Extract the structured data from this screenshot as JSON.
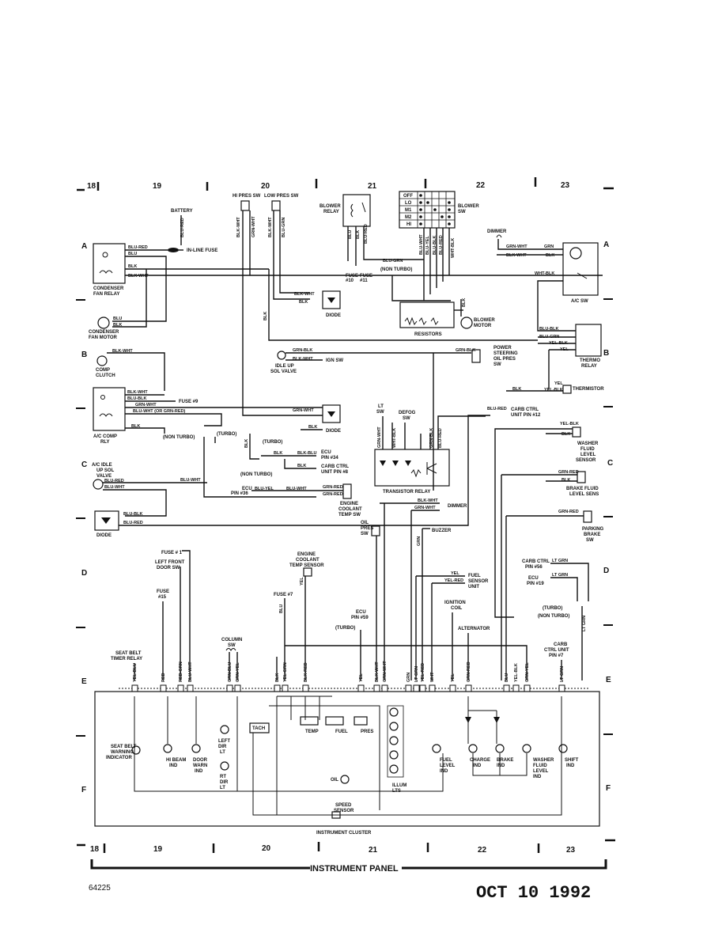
{
  "grid_columns": [
    "18",
    "19",
    "20",
    "21",
    "22",
    "23"
  ],
  "rows": [
    "A",
    "B",
    "C",
    "D",
    "E",
    "F"
  ],
  "footer": {
    "section": "INSTRUMENT PANEL",
    "doc_number": "64225",
    "date_stamp": "OCT 10 1992"
  },
  "labels": {
    "battery": "BATTERY",
    "inline_fuse": "IN-LINE FUSE",
    "cond_fan_relay": [
      "CONDENSER",
      "FAN RELAY"
    ],
    "cond_fan_motor": [
      "CONDENSER",
      "FAN MOTOR"
    ],
    "hi_pres_sw": "HI PRES SW",
    "low_pres_sw": "LOW PRES SW",
    "blower_relay": [
      "BLOWER",
      "RELAY"
    ],
    "blower_sw": [
      "BLOWER",
      "SW"
    ],
    "sw_positions": [
      "OFF",
      "LO",
      "M1",
      "M2",
      "HI"
    ],
    "fuse_10": [
      "FUSE",
      "#10"
    ],
    "fuse_11": [
      "FUSE",
      "#11"
    ],
    "non_turbo": "(NON TURBO)",
    "turbo": "(TURBO)",
    "diode": "DIODE",
    "blower_motor": [
      "BLOWER",
      "MOTOR"
    ],
    "resistors": "RESISTORS",
    "dimmer": "DIMMER",
    "ac_sw": "A/C SW",
    "comp_clutch": [
      "COMP",
      "CLUTCH"
    ],
    "idle_up": [
      "IDLE UP",
      "SOL VALVE"
    ],
    "ign_sw": "IGN SW",
    "power_steering": [
      "POWER",
      "STEERING",
      "OIL PRES",
      "SW"
    ],
    "thermo_relay": [
      "THERMO",
      "RELAY"
    ],
    "thermistor": "THERMISTOR",
    "fuse_9": "FUSE #9",
    "ac_comp_rly": [
      "A/C COMP",
      "RLY"
    ],
    "lt_sw": [
      "LT",
      "SW"
    ],
    "defog_sw": [
      "DEFOG",
      "SW"
    ],
    "carb_ctrl_12": [
      "CARB CTRL",
      "UNIT PIN #12"
    ],
    "washer_sensor": [
      "WASHER",
      "FLUID",
      "LEVEL",
      "SENSOR"
    ],
    "ecu_34": [
      "ECU",
      "PIN #34"
    ],
    "carb_ctrl_8": [
      "CARB CTRL",
      "UNIT PIN #8"
    ],
    "ac_idle_up": [
      "A/C IDLE",
      "UP SOL",
      "VALVE"
    ],
    "ecu_36": [
      "ECU",
      "PIN #36"
    ],
    "engine_coolant": [
      "ENGINE",
      "COOLANT",
      "TEMP SW"
    ],
    "transistor_relay": "TRANSISTOR RELAY",
    "brake_fluid": [
      "BRAKE FLUID",
      "LEVEL SENS"
    ],
    "parking_brake": [
      "PARKING",
      "BRAKE",
      "SW"
    ],
    "oil_pres_sw": [
      "OIL",
      "PRES",
      "SW"
    ],
    "buzzer": "BUZZER",
    "fuse_1": "FUSE # 1",
    "left_front_door": [
      "LEFT FRONT",
      "DOOR SW"
    ],
    "engine_coolant_sensor": [
      "ENGINE",
      "COOLANT",
      "TEMP SENSOR"
    ],
    "carb_ctrl_56": [
      "CARB CTRL",
      "PIN #56"
    ],
    "ecu_19": [
      "ECU",
      "PIN #19"
    ],
    "fuel_sensor": [
      "FUEL",
      "SENSOR",
      "UNIT"
    ],
    "fuse_15": [
      "FUSE",
      "#15"
    ],
    "fuse_7": "FUSE #7",
    "ecu_59": [
      "ECU",
      "PIN #59"
    ],
    "ignition_coil": [
      "IGNITION",
      "COIL"
    ],
    "alternator": "ALTERNATOR",
    "seat_belt_timer": [
      "SEAT BELT",
      "TIMER RELAY"
    ],
    "column_sw": [
      "COLUMN",
      "SW"
    ],
    "carb_ctrl_7": [
      "CARB",
      "CTRL UNIT",
      "PIN #7"
    ],
    "tach": "TACH",
    "temp": "TEMP",
    "fuel": "FUEL",
    "pres": "PRES",
    "seat_belt_warn": [
      "SEAT BELT",
      "WARNING",
      "INDICATOR"
    ],
    "hi_beam": [
      "HI BEAM",
      "IND"
    ],
    "door_warn": [
      "DOOR",
      "WARN",
      "IND"
    ],
    "left_dir": [
      "LEFT",
      "DIR",
      "LT"
    ],
    "rt_dir": [
      "RT",
      "DIR",
      "LT"
    ],
    "oil": "OIL",
    "illum_lts": [
      "ILLUM",
      "LTS"
    ],
    "fuel_level": [
      "FUEL",
      "LEVEL",
      "IND"
    ],
    "charge_ind": [
      "CHARGE",
      "IND"
    ],
    "brake_ind": [
      "BRAKE",
      "IND"
    ],
    "washer_ind": [
      "WASHER",
      "FLUID",
      "LEVEL",
      "IND"
    ],
    "shift_ind": [
      "SHIFT",
      "IND"
    ],
    "speed_sensor": [
      "SPEED",
      "SENSOR"
    ],
    "instrument_cluster": "INSTRUMENT CLUSTER"
  },
  "wire_colors": {
    "blu_red": "BLU-RED",
    "blu": "BLU",
    "blk": "BLK",
    "blk_wht": "BLK-WHT",
    "blu_blk": "BLU-BLK",
    "grn_wht": "GRN-WHT",
    "blu_wht_or": "BLU-WHT (OR GRN-RED)",
    "blu_grn": "BLU-GRN",
    "grn_blk": "GRN-BLK",
    "wht_blk": "WHT-BLK",
    "blu_grn2": "BLU-GRN",
    "yel_blk": "YEL-BLK",
    "yel": "YEL",
    "blu_yel": "BLU-YEL",
    "grn_red": "GRN-RED",
    "blk_blu": "BLK-BLU",
    "blu_wht": "BLU-WHT",
    "lt_grn": "LT GRN",
    "yel_red": "YEL-RED",
    "grn": "GRN",
    "wht": "WHT",
    "yel_grn": "YEL-GRN",
    "blu_red2": "BLU-RED"
  },
  "connector_wires": [
    "YEL-BLU",
    "RED",
    "RED-GRN",
    "BLU-WHT",
    "GRN-BLU",
    "GRN-YEL",
    "BLK",
    "YEL-GRN",
    "BLK-RED",
    "YEL",
    "BLK-WHT",
    "GRN-WHT",
    "GRN",
    "LT GRN",
    "YEL-RED",
    "WHT",
    "YEL",
    "GRN-RED",
    "BLU",
    "YEL-BLK",
    "GRN-YEL",
    "LT GRN"
  ]
}
